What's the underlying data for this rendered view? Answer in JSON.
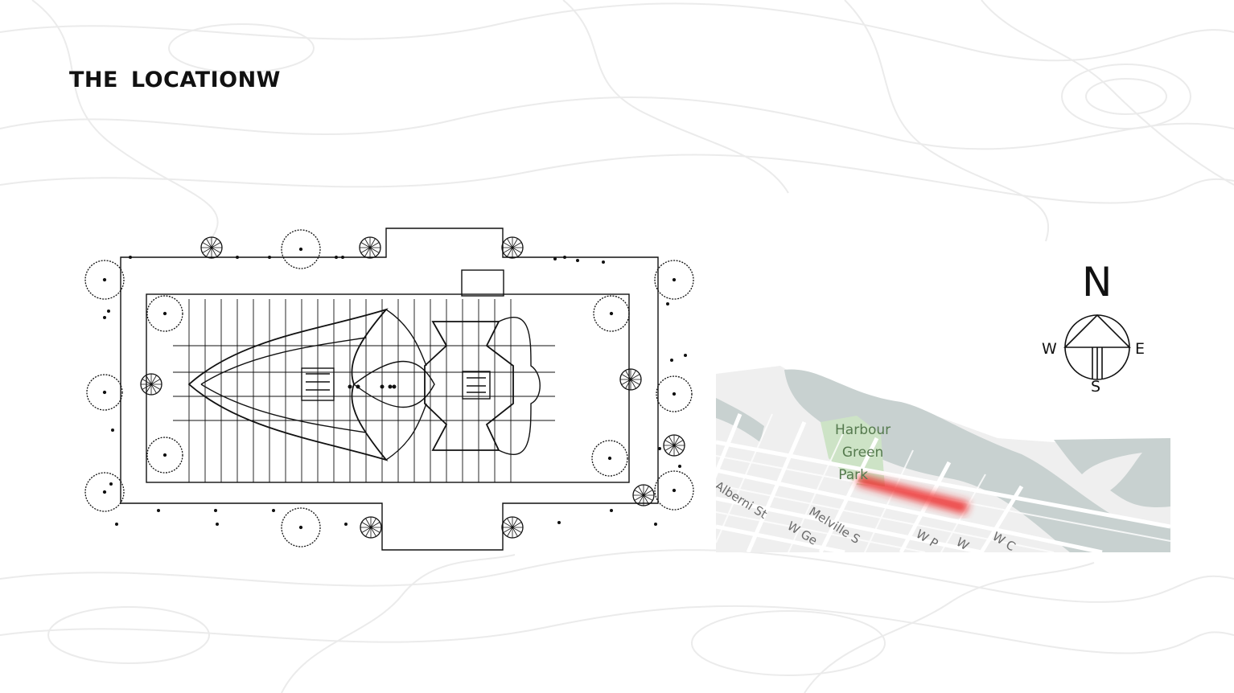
{
  "slide": {
    "title": "THE  LOCATIONW"
  },
  "map": {
    "park_label": [
      "Harbour",
      "Green",
      "Park"
    ],
    "streets": {
      "alberni": "Alberni St",
      "w_georgia": "W Ge",
      "melville": "Melville S",
      "w_pender": "W P",
      "w_hastings": "W",
      "w_cordova": "W C"
    },
    "colors": {
      "water": "#c8d1d0",
      "land": "#efefef",
      "park": "#cde3c6",
      "highlight": "#ee2222"
    }
  },
  "compass": {
    "north": "N",
    "south": "S",
    "east": "E",
    "west": "W"
  },
  "icons": {
    "background": "topographic-contour-lines",
    "plan": "architectural-floor-plan"
  }
}
